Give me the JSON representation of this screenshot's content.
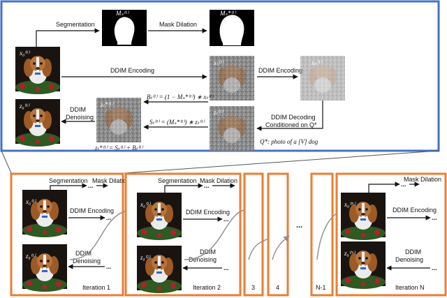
{
  "colors": {
    "blue_frame": "#4472c4",
    "orange_frame": "#ed7d31",
    "mask_bg": "#000000",
    "arrow": "#111111",
    "gray_arrow": "#8c8c8c",
    "noise": "#8a8a8a",
    "dog_fur": "#b8743c",
    "dark_photo": "#1a1410"
  },
  "detail": {
    "segmentation": "Segmentation",
    "mask_dilation": "Mask Dilation",
    "ddim_encoding_1": "DDIM Encoding",
    "ddim_encoding_2": "DDIM Encoding",
    "ddim_denoising_1": "DDIM",
    "ddim_denoising_2": "Denoising",
    "decoding_1": "DDIM Decoding",
    "decoding_2": "Conditioned on Q*",
    "prompt": "Q*: photo of a [V] dog",
    "label_x0": "x₀⁽¹⁾",
    "label_ms": "Mₛ⁽¹⁾",
    "label_ms_star": "Mₛ*⁽¹⁾",
    "label_xt": "xₜ⁽¹⁾",
    "label_xk": "xₖ⁽¹⁾",
    "label_zt": "zₜ⁽¹⁾",
    "label_zt_star": "zₜ*⁽¹⁾",
    "label_z0": "z₀⁽¹⁾",
    "eq_b": "Bₜ⁽¹⁾ = (1 − Mₛ*⁽¹⁾) ∗ xₜ⁽¹⁾",
    "eq_s": "Sₜ⁽¹⁾ = (Mₛ*⁽¹⁾) ∗ zₜ⁽¹⁾",
    "eq_z": "zₜ*⁽¹⁾ = Sₜ⁽¹⁾ + Bₜ⁽¹⁾"
  },
  "iterations": {
    "it1": {
      "segmentation": "Segmentation",
      "mask_dilation": "Mask Dilation",
      "ddim_encoding": "DDIM Encoding",
      "ddim_1": "DDIM",
      "denoising": "Denoising",
      "label_x": "x₀⁽¹⁾",
      "label_z": "z₀⁽¹⁾",
      "caption": "Iteration 1"
    },
    "it2": {
      "segmentation": "Segmentation",
      "mask_dilation": "Mask Dilation",
      "ddim_encoding": "DDIM Encoding",
      "ddim_1": "DDIM",
      "denoising": "Denoising",
      "label_x": "x₀⁽²⁾",
      "label_z": "z₀⁽²⁾",
      "caption": "Iteration 2"
    },
    "itN": {
      "mask_dilation": "Mask Dilation",
      "ddim_encoding": "DDIM Encoding",
      "ddim_1": "DDIM",
      "denoising": "Denoising",
      "label_x": "x₀⁽ᴺ⁾",
      "label_z": "z₀⁽ᴺ⁾",
      "caption": "Iteration N"
    },
    "box3": "3",
    "box4": "4",
    "boxN1": "N-1",
    "dots": "...",
    "dots_between": "..."
  }
}
